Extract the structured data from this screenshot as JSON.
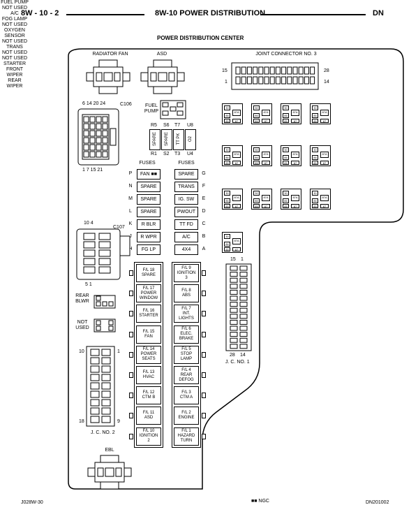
{
  "header": {
    "page_ref": "8W - 10 - 2",
    "title": "8W-10 POWER DISTRIBUTION",
    "model": "DN"
  },
  "diagram_title": "POWER DISTRIBUTION CENTER",
  "connectors": {
    "radiator_fan": "RADIATOR FAN",
    "asd": "ASD",
    "joint_connector_3": "JOINT CONNECTOR NO. 3",
    "jc3_pin_tl": "15",
    "jc3_pin_tr": "28",
    "jc3_pin_bl": "1",
    "jc3_pin_br": "14",
    "c106": "C106",
    "c106_top_pins": "6  14  20 24",
    "c106_bottom_pins": "1   7   15 21",
    "c107": "C107",
    "c107_top_pins": "10      4",
    "c107_bottom_pins": "5       1",
    "fuel_pump_small": "FUEL PUMP",
    "rear_blwr": "REAR BLWR",
    "not_used_left": "NOT USED",
    "jc2_pin_top": "10",
    "jc2_pin_top_r": "1",
    "jc2_pin_bot": "18",
    "jc2_pin_bot_r": "9",
    "jc2": "J. C. NO. 2",
    "jc1_pin_top_l": "15",
    "jc1_pin_top_r": "1",
    "jc1_pin_bot_l": "28",
    "jc1_pin_bot_r": "14",
    "jc1": "J. C. NO. 1",
    "ebl": "EBL"
  },
  "vertical_slots": {
    "r5": "R5",
    "s6": "S6",
    "t7": "T7",
    "u8": "U8",
    "r1": "R1",
    "s2": "S2",
    "t3": "T3",
    "u4": "U4",
    "spare_1": "SPARE",
    "spare_2": "SPARE",
    "tt_pk": "TT PK",
    "o2": "O2"
  },
  "fuses_left": {
    "header": "FUSES",
    "items": [
      {
        "letter": "P",
        "label": "FAN ■■"
      },
      {
        "letter": "N",
        "label": "SPARE"
      },
      {
        "letter": "M",
        "label": "SPARE"
      },
      {
        "letter": "L",
        "label": "SPARE"
      },
      {
        "letter": "K",
        "label": "R BLR"
      },
      {
        "letter": "J",
        "label": "R WPR"
      },
      {
        "letter": "H",
        "label": "FG LP"
      }
    ]
  },
  "fuses_right": {
    "header": "FUSES",
    "items": [
      {
        "letter": "G",
        "label": "SPARE"
      },
      {
        "letter": "F",
        "label": "TRANS"
      },
      {
        "letter": "E",
        "label": "IG. SW"
      },
      {
        "letter": "D",
        "label": "PWOUT"
      },
      {
        "letter": "C",
        "label": "TT FD"
      },
      {
        "letter": "B",
        "label": "A/C"
      },
      {
        "letter": "A",
        "label": "4X4"
      }
    ]
  },
  "maxi_left": [
    [
      "F/L 18",
      "SPARE"
    ],
    [
      "F/L 17",
      "POWER",
      "WINDOW"
    ],
    [
      "F/L 16",
      "STARTER"
    ],
    [
      "F/L 15",
      "FAN"
    ],
    [
      "F/L 14",
      "POWER",
      "SEATS"
    ],
    [
      "F/L 13",
      "HVAC"
    ],
    [
      "F/L 12",
      "CTM B"
    ],
    [
      "F/L 11",
      "ASD"
    ],
    [
      "F/L 10",
      "IGNITION",
      "2"
    ]
  ],
  "maxi_right": [
    [
      "F/L 9",
      "IGNITION",
      "3"
    ],
    [
      "F/L 8",
      "ABS"
    ],
    [
      "F/L 7",
      "INT.",
      "LIGHTS"
    ],
    [
      "F/L 6",
      "ELEC.",
      "BRAKE"
    ],
    [
      "F/L 5",
      "STOP",
      "LAMP"
    ],
    [
      "F/L 4",
      "REAR",
      "DEFOG"
    ],
    [
      "F/L 3",
      "CTM A"
    ],
    [
      "F/L 2",
      "ENGINE"
    ],
    [
      "F/L 1",
      "HAZARD",
      "TURN"
    ]
  ],
  "relays": [
    {
      "label": "FUEL PUMP"
    },
    {
      "label": "NOT USED"
    },
    {
      "label": "A/C"
    },
    {
      "label": "FOG LAMP"
    },
    {
      "label": "NOT USED"
    },
    {
      "label": "OXYGEN SENSOR"
    },
    {
      "label": "NOT USED"
    },
    {
      "label": "TRANS"
    },
    {
      "label": "NOT USED"
    },
    {
      "label": "NOT USED"
    },
    {
      "label": "STARTER"
    },
    {
      "label": "FRONT WIPER"
    },
    {
      "label": "REAR WIPER"
    }
  ],
  "relay_pins": {
    "p30": "30",
    "p86": "86",
    "p87a": "87A",
    "p85": "85",
    "p87": "87"
  },
  "footer": {
    "left": "J028W-30",
    "legend": "■■ NGC",
    "right": "DN201002"
  }
}
